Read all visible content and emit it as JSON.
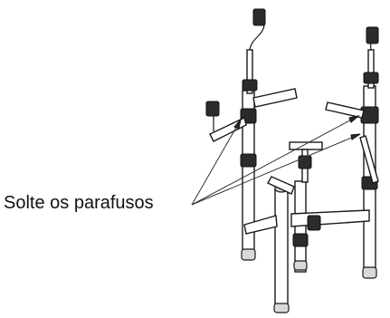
{
  "callout": {
    "label": "Solte os parafusos",
    "target_count": 3
  },
  "illustration": {
    "subject": "drum-rack-stand",
    "colors": {
      "line": "#1a1a1a",
      "fill": "#ffffff",
      "shade": "#d9d9d9",
      "clamp": "#2b2b2b"
    }
  }
}
